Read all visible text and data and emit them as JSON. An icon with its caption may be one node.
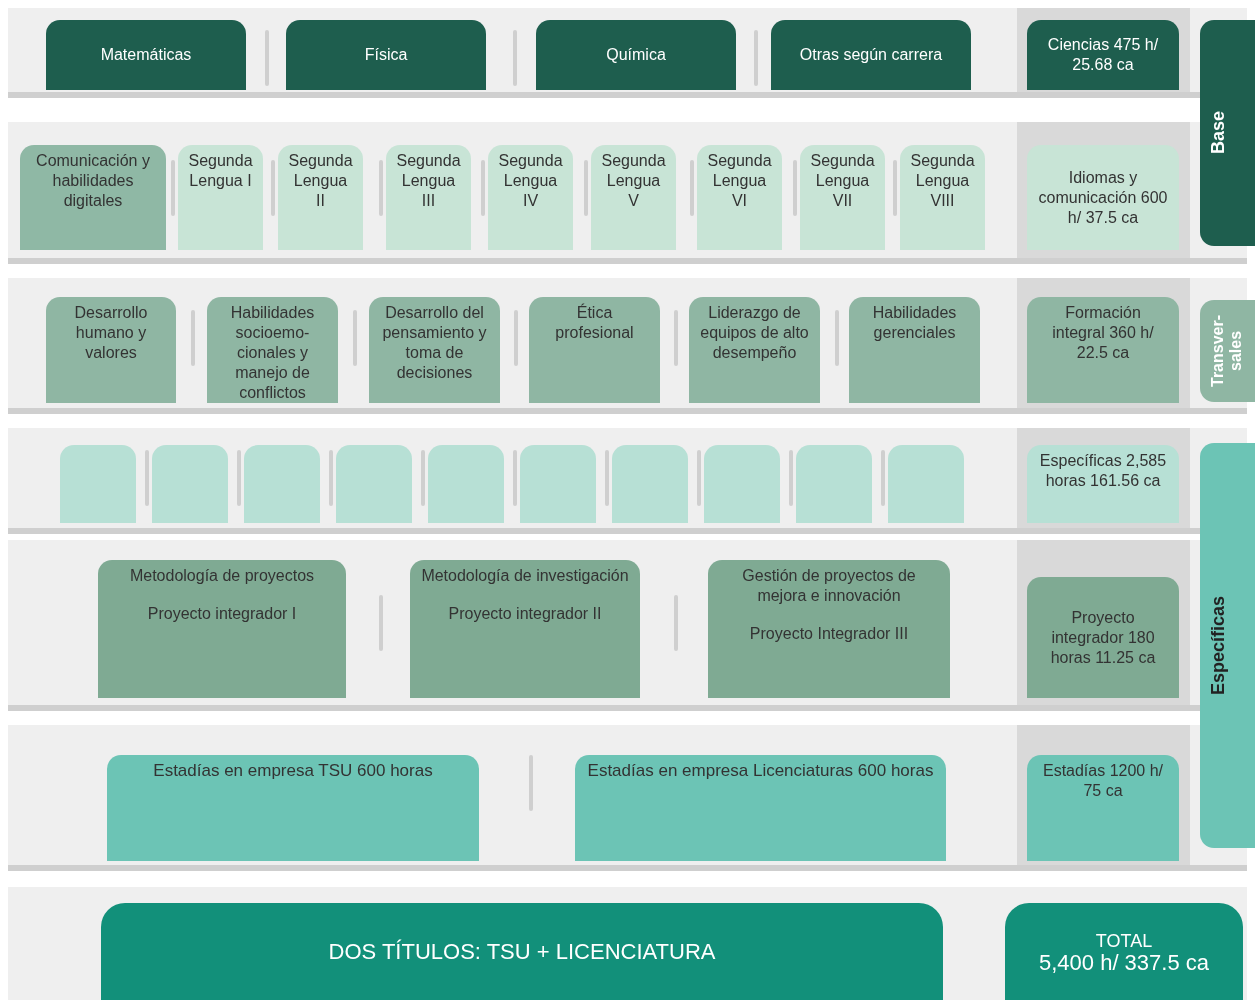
{
  "diagram": {
    "nodes": [
      {
        "text": [
          "Matemáticas"
        ]
      },
      {
        "text": [
          "Física"
        ]
      },
      {
        "text": [
          "Química"
        ]
      },
      {
        "text": [
          "Otras según carrera"
        ]
      },
      {
        "text": [
          "Ciencias 475 h/ 25.68 ca"
        ]
      },
      {
        "text": [
          "Base"
        ]
      },
      {
        "text": [
          "Comunicación y habilidades digitales"
        ]
      },
      {
        "text": [
          "Segunda Lengua I"
        ]
      },
      {
        "text": [
          "Segunda Lengua II"
        ]
      },
      {
        "text": [
          "Segunda Lengua III"
        ]
      },
      {
        "text": [
          "Segunda Lengua IV"
        ]
      },
      {
        "text": [
          "Segunda Lengua V"
        ]
      },
      {
        "text": [
          "Segunda Lengua VI"
        ]
      },
      {
        "text": [
          "Segunda Lengua VII"
        ]
      },
      {
        "text": [
          "Segunda Lengua VIII"
        ]
      },
      {
        "text": [
          "Idiomas y comunicación 600 h/ 37.5 ca"
        ]
      },
      {
        "text": [
          "Desarrollo humano y valores"
        ]
      },
      {
        "text": [
          "Habilidades socioemo- cionales y manejo de conflictos"
        ]
      },
      {
        "text": [
          "Desarrollo del pensamiento y toma de decisiones"
        ]
      },
      {
        "text": [
          "Ética profesional"
        ]
      },
      {
        "text": [
          "Liderazgo de equipos de alto desempeño"
        ]
      },
      {
        "text": [
          "Habilidades gerenciales"
        ]
      },
      {
        "text": [
          "Formación integral 360 h/ 22.5 ca"
        ]
      },
      {
        "text": [
          "Transver- sales"
        ]
      },
      {
        "text": [],
        "shape": "box"
      },
      {
        "text": [],
        "shape": "box"
      },
      {
        "text": [],
        "shape": "box"
      },
      {
        "text": [],
        "shape": "box"
      },
      {
        "text": [],
        "shape": "box"
      },
      {
        "text": [],
        "shape": "box"
      },
      {
        "text": [],
        "shape": "box"
      },
      {
        "text": [],
        "shape": "box"
      },
      {
        "text": [],
        "shape": "box"
      },
      {
        "text": [],
        "shape": "box"
      },
      {
        "text": [
          "Específicas 2,585 horas 161.56 ca"
        ]
      },
      {
        "text": [
          "Metodología de proyectos",
          "Proyecto integrador I"
        ]
      },
      {
        "text": [
          "Metodología de investigación",
          "Proyecto integrador II"
        ]
      },
      {
        "text": [
          "Gestión de proyectos de mejora e innovación",
          "Proyecto Integrador III"
        ]
      },
      {
        "text": [
          "Proyecto integrador 180 horas 11.25 ca"
        ]
      },
      {
        "text": [
          "Específicas"
        ]
      },
      {
        "text": [
          "Estadías en empresa TSU 600 horas"
        ]
      },
      {
        "text": [
          "Estadías en empresa Licenciaturas 600 horas"
        ]
      },
      {
        "text": [
          "Estadías 1200 h/ 75 ca"
        ]
      },
      {
        "text": [
          "DOS TÍTULOS: TSU + LICENCIATURA"
        ]
      },
      {
        "text": [
          "TOTAL",
          "5,400 h/ 337.5 ca"
        ]
      }
    ]
  }
}
